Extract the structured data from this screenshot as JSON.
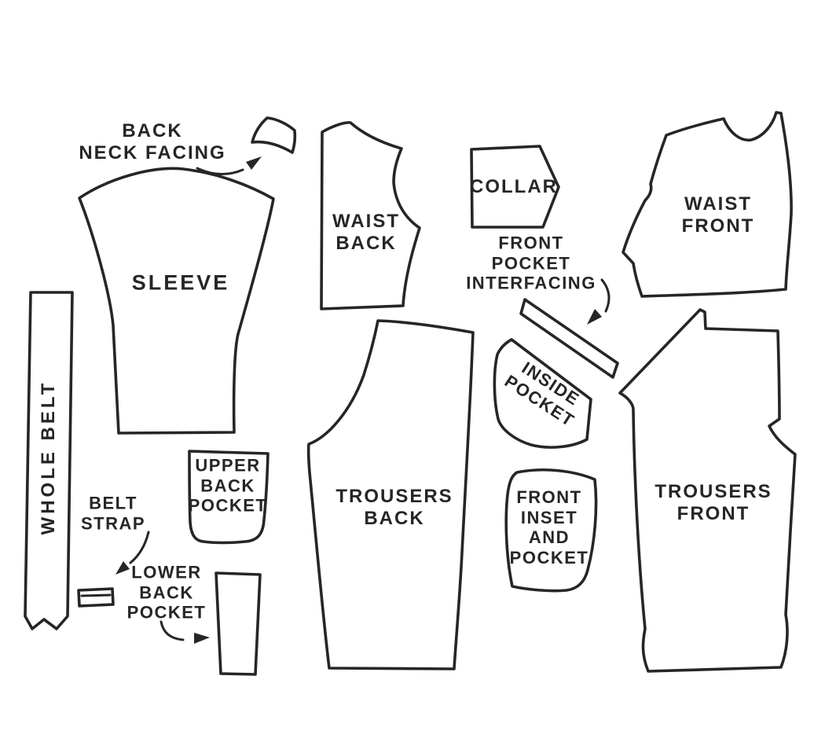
{
  "colors": {
    "ink": "#262626",
    "paper": "#ffffff"
  },
  "pieces": {
    "back_neck_facing": {
      "lines": [
        "BACK",
        "NECK FACING"
      ]
    },
    "sleeve": {
      "lines": [
        "SLEEVE"
      ]
    },
    "whole_belt": {
      "lines": [
        "WHOLE BELT"
      ]
    },
    "waist_back": {
      "lines": [
        "WAIST",
        "BACK"
      ]
    },
    "collar": {
      "lines": [
        "COLLAR"
      ]
    },
    "front_pocket_interfacing": {
      "lines": [
        "FRONT",
        "POCKET",
        "INTERFACING"
      ]
    },
    "waist_front": {
      "lines": [
        "WAIST",
        "FRONT"
      ]
    },
    "inside_pocket": {
      "lines": [
        "INSIDE",
        "POCKET"
      ]
    },
    "trousers_back": {
      "lines": [
        "TROUSERS",
        "BACK"
      ]
    },
    "front_inset_and_pocket": {
      "lines": [
        "FRONT",
        "INSET",
        "AND",
        "POCKET"
      ]
    },
    "trousers_front": {
      "lines": [
        "TROUSERS",
        "FRONT"
      ]
    },
    "upper_back_pocket": {
      "lines": [
        "UPPER",
        "BACK",
        "POCKET"
      ]
    },
    "belt_strap": {
      "lines": [
        "BELT",
        "STRAP"
      ]
    },
    "lower_back_pocket": {
      "lines": [
        "LOWER",
        "BACK",
        "POCKET"
      ]
    }
  }
}
